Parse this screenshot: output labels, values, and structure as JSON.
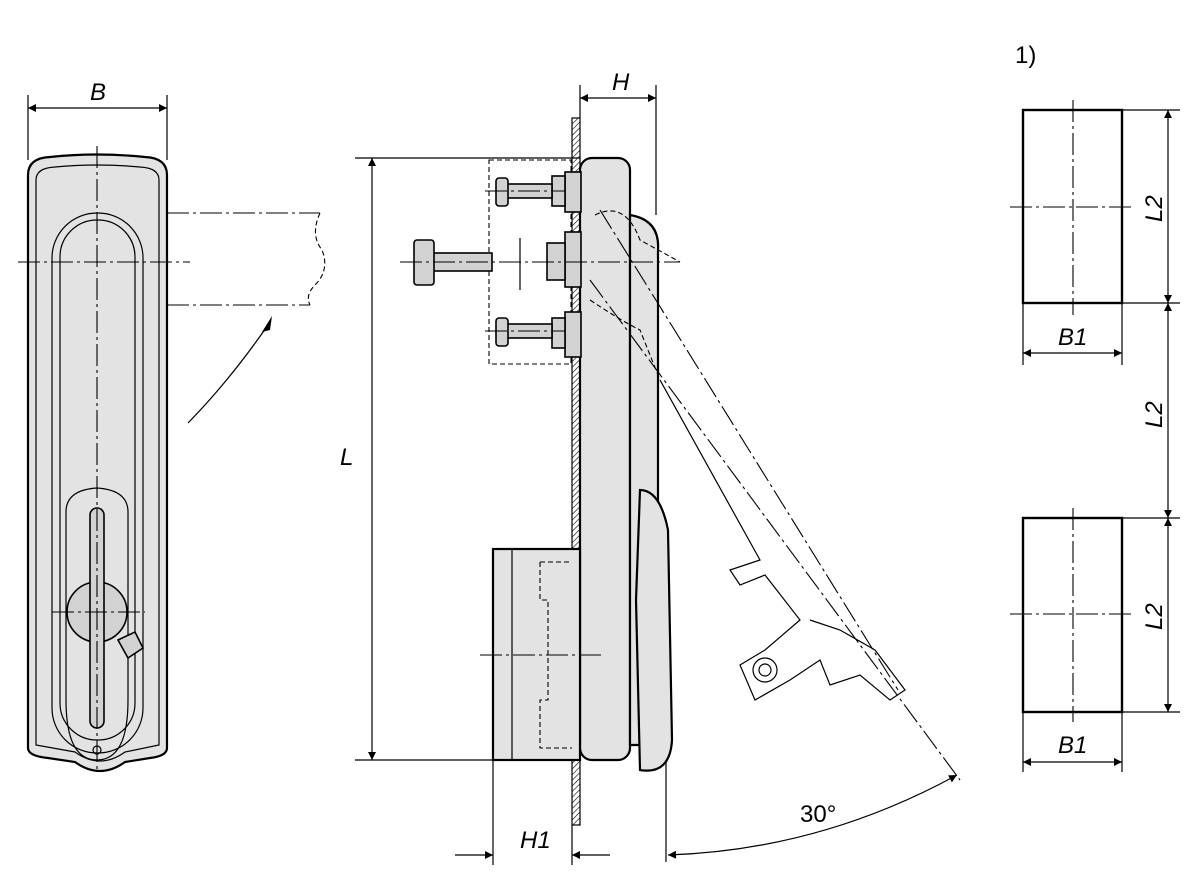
{
  "labels": {
    "front_width": "B",
    "side_depth": "H",
    "length": "L",
    "lock_depth": "H1",
    "angle": "30°",
    "footnote": "1)",
    "cutout_length_1": "L2",
    "cutout_length_2": "L2",
    "cutout_length_3": "L2",
    "cutout_width_1": "B1",
    "cutout_width_2": "B1"
  },
  "colors": {
    "body_fill": "#e3e3e3",
    "line": "#000000"
  }
}
